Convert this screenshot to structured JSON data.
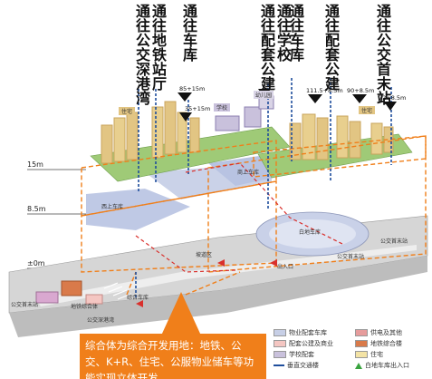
{
  "vertical_labels": [
    {
      "id": "bus-bay",
      "text": "通往公交深港湾"
    },
    {
      "id": "metro",
      "text": "通往地铁站厅"
    },
    {
      "id": "garage-left",
      "text": "通往车库"
    },
    {
      "id": "facility",
      "text": "通往配套公建"
    },
    {
      "id": "school",
      "text": "通往学校"
    },
    {
      "id": "garage-mid",
      "text": "通往车库"
    },
    {
      "id": "facility-mid",
      "text": "通往配套公建"
    },
    {
      "id": "bus-terminal",
      "text": "通往公交首末站"
    }
  ],
  "levels": {
    "l15": "15m",
    "l85": "8.5m",
    "l0": "±0m"
  },
  "height_tags": {
    "left_top": "85+15m",
    "left_mid": "35+15m",
    "mid": "111.5+8.5m",
    "right_mid": "90+8.5m",
    "right": "72+8.5m"
  },
  "building_tags": {
    "residential_left": "住宅",
    "school_building": "学校",
    "school_top": "幼儿园",
    "residential_right": "住宅"
  },
  "zone_labels": {
    "deck_left": "西上车库",
    "deck_mid": "商上车库",
    "depot": "白地车库",
    "bus_terminal_right": "公交首末站",
    "bus_hub_bottom": "公交首末站",
    "ramp": "坡道区",
    "entrance": "出入口",
    "garage_access": "综合车库",
    "metro_ground": "地铁综合体",
    "bus_bay_bottom": "公交深港湾",
    "right_edge": "公交首末站"
  },
  "legend": {
    "items": [
      {
        "label": "物业配套车库",
        "color": "#c7cfe6"
      },
      {
        "label": "配套公建及商业",
        "color": "#f4c6c2"
      },
      {
        "label": "学校配套",
        "color": "#c9c1dc"
      },
      {
        "label": "垂直交通楼",
        "color": "#1f4e9c"
      },
      {
        "label": "供电及其他",
        "color": "#e69c9c"
      },
      {
        "label": "地铁综合楼",
        "color": "#d97a4a"
      },
      {
        "label": "住宅",
        "color": "#f3e3a5"
      },
      {
        "label": "白地车库出入口",
        "color": "#39a33f"
      }
    ]
  },
  "callout": {
    "text": "综合体为综合开发用地：地铁、公交、K+R、住宅、公服物业储车等功能实现立体开发"
  },
  "colors": {
    "orange_dash": "#f07f1a",
    "red_dash": "#d9302c",
    "blue_dash": "#1f4e9c",
    "building": "#e2c583",
    "building_shade": "#c9a45c",
    "green": "#8fbf65",
    "deck": "#b8c3e2",
    "gray": "#9a9a9a"
  }
}
